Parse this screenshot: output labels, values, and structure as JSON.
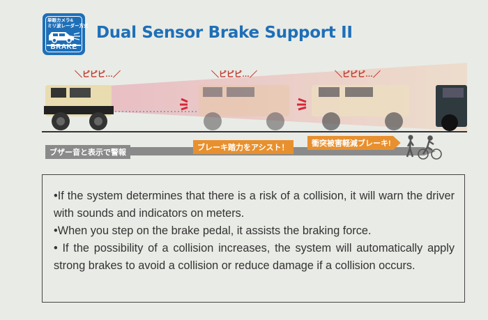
{
  "badge": {
    "line1": "単眼カメラ&",
    "line2": "ミリ波レーダー方式",
    "label": "BRAKE",
    "color": "#1e6fb8"
  },
  "header": {
    "title": "Dual Sensor Brake Support II"
  },
  "illustration": {
    "beep_text": "＼ピピピ…／",
    "stages": [
      {
        "label": "ブザー音と表示で警報",
        "color": "#8a8a8a"
      },
      {
        "label": "ブレーキ踏力をアシスト！",
        "color": "#e8902e"
      },
      {
        "label": "衝突被害軽減ブレーキ!",
        "color": "#e8902e"
      }
    ],
    "pedestrian_icon": "pedestrian-icon",
    "cyclist_icon": "cyclist-icon"
  },
  "description": {
    "bullets": [
      "•If the system determines that there is a risk of a collision, it will warn the driver with sounds and indicators on meters.",
      "•When you step on the brake pedal, it assists the braking force.",
      "• If the possibility of a collision increases, the system will automatically apply strong brakes to avoid a collision or reduce damage if a collision occurs."
    ]
  }
}
